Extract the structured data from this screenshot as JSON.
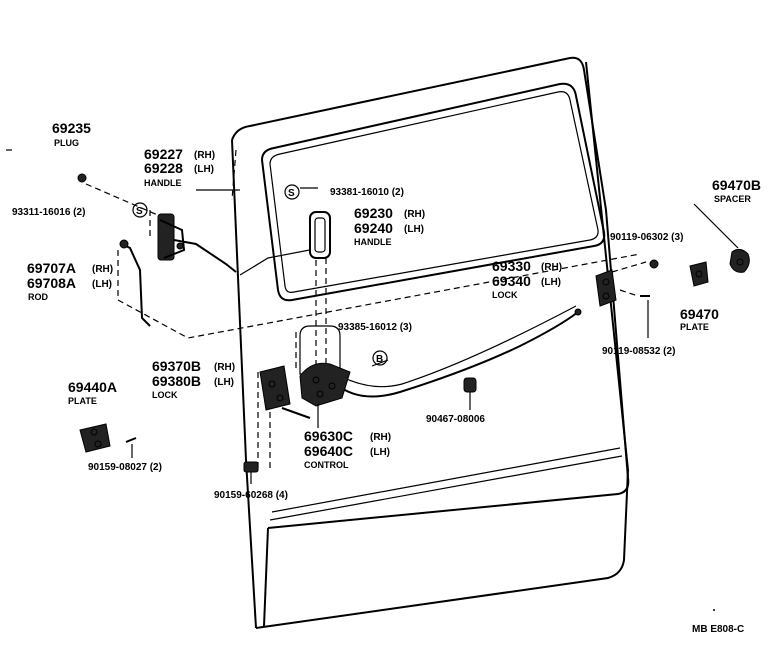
{
  "labels": {
    "p69235": "69235",
    "plug": "PLUG",
    "p69227": "69227",
    "rh1": "(RH)",
    "p69228": "69228",
    "lh1": "(LH)",
    "handle1": "HANDLE",
    "p93311": "93311-16016 (2)",
    "p69707a": "69707A",
    "rh_rod": "(RH)",
    "p69708a": "69708A",
    "lh_rod": "(LH)",
    "rod": "ROD",
    "p93381": "93381-16010 (2)",
    "p69230": "69230",
    "rh2": "(RH)",
    "p69240": "69240",
    "lh2": "(LH)",
    "handle2": "HANDLE",
    "p69470b": "69470B",
    "spacer": "SPACER",
    "p90119a": "90119-06302 (3)",
    "p69330": "69330",
    "rh3": "(RH)",
    "p69340": "69340",
    "lh3": "(LH)",
    "lock1": "LOCK",
    "p69470": "69470",
    "plate1": "PLATE",
    "p90119b": "90119-08532 (2)",
    "p93385": "93385-16012 (3)",
    "p69370b": "69370B",
    "rh4": "(RH)",
    "p69380b": "69380B",
    "lh4": "(LH)",
    "lock2": "LOCK",
    "p69440a": "69440A",
    "plate2": "PLATE",
    "p90159a": "90159-08027 (2)",
    "p90467": "90467-08006",
    "p69630c": "69630C",
    "rh5": "(RH)",
    "p69640c": "69640C",
    "lh5": "(LH)",
    "control": "CONTROL",
    "p90159b": "90159-60268 (4)",
    "marker_s": "S",
    "marker_b": "B",
    "footer": "MB  E808-C"
  }
}
